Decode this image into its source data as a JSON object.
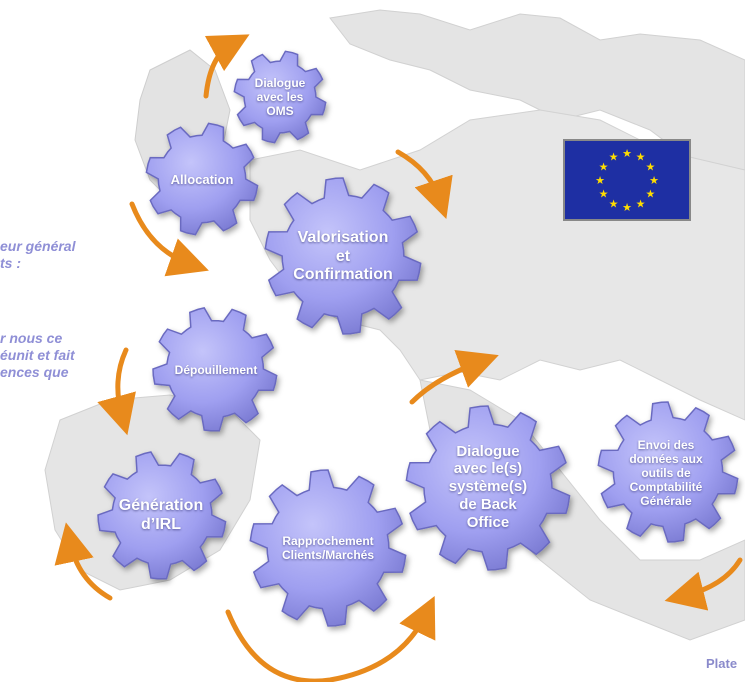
{
  "gears": [
    {
      "id": "dialogue-oms",
      "label": "Dialogue\navec les\nOMS"
    },
    {
      "id": "allocation",
      "label": "Allocation"
    },
    {
      "id": "valorisation",
      "label": "Valorisation\net\nConfirmation"
    },
    {
      "id": "depouillement",
      "label": "Dépouillement"
    },
    {
      "id": "generation-irl",
      "label": "Génération\nd’IRL"
    },
    {
      "id": "rapprochement",
      "label": "Rapprochement\nClients/Marchés"
    },
    {
      "id": "back-office",
      "label": "Dialogue\navec le(s)\nsystème(s)\nde Back\nOffice"
    },
    {
      "id": "comptabilite",
      "label": "Envoi des\ndonnées aux\noutils de\nComptabilité\nGénérale"
    }
  ],
  "side_text": {
    "line1": "eur général",
    "line2": "ts :",
    "line3": "r  nous  ce",
    "line4": "éunit et fait",
    "line5": "ences    que"
  },
  "footer": {
    "text": "Plate"
  },
  "colors": {
    "gear_fill": "#9f9ff0",
    "gear_edge": "#6a6ac0",
    "arrow": "#e88a1c",
    "flag_blue": "#1e2fa3",
    "flag_star": "#ffdd00"
  }
}
